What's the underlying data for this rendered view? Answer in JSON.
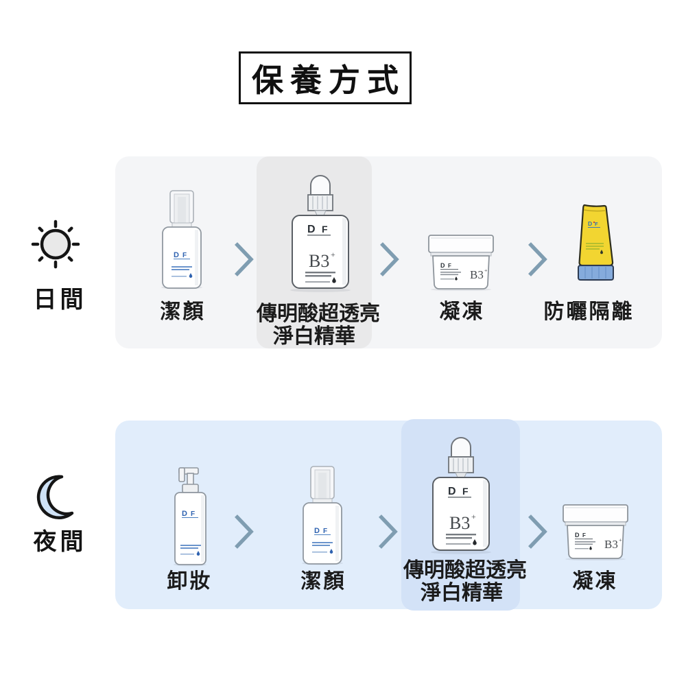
{
  "title": "保養方式",
  "rows": [
    {
      "id": "day",
      "time_label": "日間",
      "icon": "sun-icon",
      "steps": [
        {
          "label": "潔顏",
          "product": "foam-cleanser",
          "highlighted": false
        },
        {
          "label_line1": "傳明酸超透亮",
          "label_line2": "淨白精華",
          "product": "whitening-serum",
          "highlighted": true
        },
        {
          "label": "凝凍",
          "product": "gel-jar",
          "highlighted": false
        },
        {
          "label": "防曬隔離",
          "product": "sunscreen",
          "highlighted": false
        }
      ]
    },
    {
      "id": "night",
      "time_label": "夜間",
      "icon": "moon-icon",
      "steps": [
        {
          "label": "卸妝",
          "product": "makeup-remover-pump",
          "highlighted": false
        },
        {
          "label": "潔顏",
          "product": "foam-cleanser",
          "highlighted": false
        },
        {
          "label_line1": "傳明酸超透亮",
          "label_line2": "淨白精華",
          "product": "whitening-serum",
          "highlighted": true
        },
        {
          "label": "凝凍",
          "product": "gel-jar",
          "highlighted": false
        }
      ]
    }
  ],
  "product_text": {
    "code": "B3",
    "code_superscript": "+",
    "brand_d": "D",
    "brand_f": "F"
  },
  "colors": {
    "day_panel": "#f4f5f7",
    "day_highlight": "#e9e9ea",
    "night_panel": "#e1edfb",
    "night_highlight": "#d3e2f7",
    "arrow": "#7f9db1",
    "moon_fill": "#cfe2f6",
    "sun_fill": "#e9e9e9",
    "brand_blue": "#2e62b0",
    "sunscreen_yellow": "#f2d531",
    "sunscreen_cap_blue": "#85abdc"
  }
}
